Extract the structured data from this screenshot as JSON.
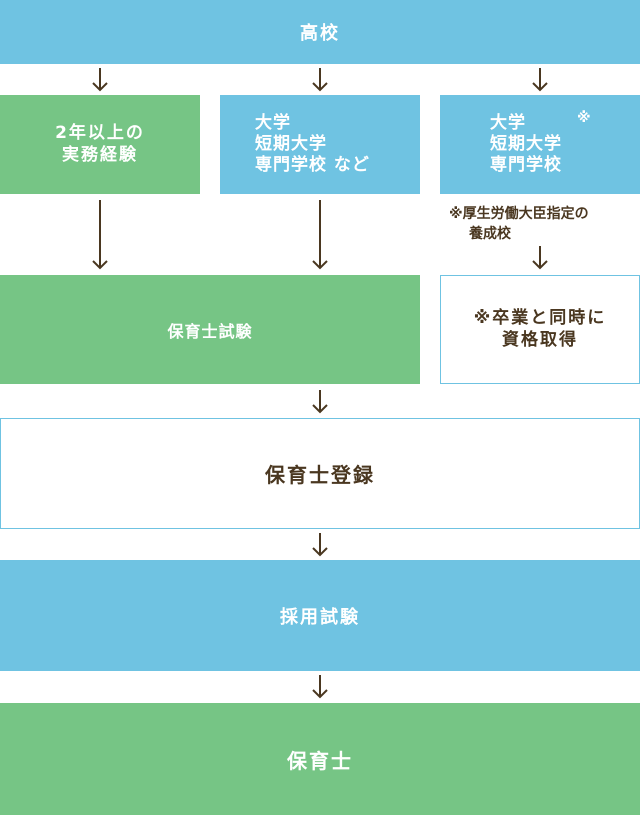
{
  "flow": {
    "high_school": "高校",
    "route_experience": [
      "2年以上の",
      "実務経験"
    ],
    "route_university": [
      "大学",
      "短期大学",
      "専門学校 など"
    ],
    "route_designated": [
      "大学",
      "短期大学",
      "専門学校"
    ],
    "route_designated_mark": "※",
    "designated_note": [
      "※厚生労働大臣指定の",
      "養成校"
    ],
    "childcare_exam": "保育士試験",
    "graduation_qualify": [
      "※卒業と同時に",
      "資格取得"
    ],
    "registration": "保育士登録",
    "employment_exam": "採用試験",
    "childcare_worker": "保育士"
  },
  "colors": {
    "blue": "#6fc3e2",
    "green": "#76c585",
    "text_dark": "#4a3720",
    "arrow": "#4a3720"
  }
}
